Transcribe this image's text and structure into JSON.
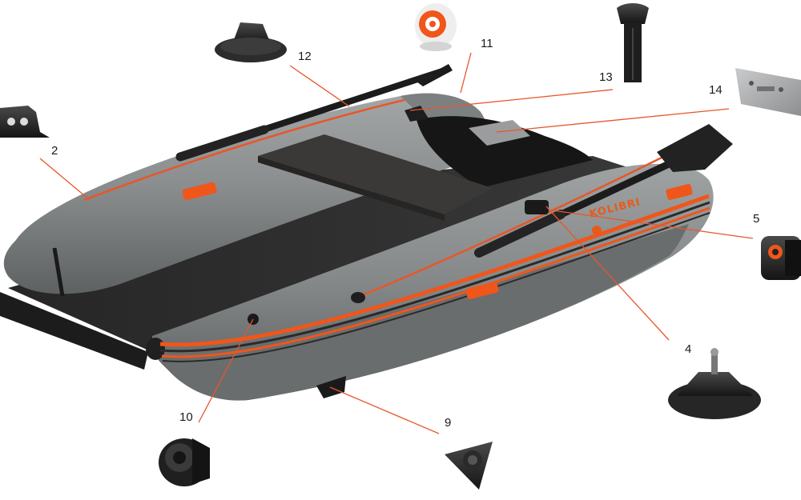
{
  "brand": {
    "name": "KOLIBRI"
  },
  "colors": {
    "hull": "#8a8d8e",
    "hull_dark": "#6f7273",
    "accent": "#f0561a",
    "floor": "#2a2a2a",
    "black": "#1e1e1e",
    "line": "#e8562a"
  },
  "callouts": [
    {
      "id": "2",
      "label": "2",
      "part": "bow-ring-bracket"
    },
    {
      "id": "4",
      "label": "4",
      "part": "oarlock-base"
    },
    {
      "id": "5",
      "label": "5",
      "part": "oarlock"
    },
    {
      "id": "9",
      "label": "9",
      "part": "drain-valve-plate"
    },
    {
      "id": "10",
      "label": "10",
      "part": "air-valve"
    },
    {
      "id": "11",
      "label": "11",
      "part": "valve-cap"
    },
    {
      "id": "12",
      "label": "12",
      "part": "transom-bracket"
    },
    {
      "id": "13",
      "label": "13",
      "part": "oar-handle"
    },
    {
      "id": "14",
      "label": "14",
      "part": "motor-mount-plate"
    }
  ]
}
